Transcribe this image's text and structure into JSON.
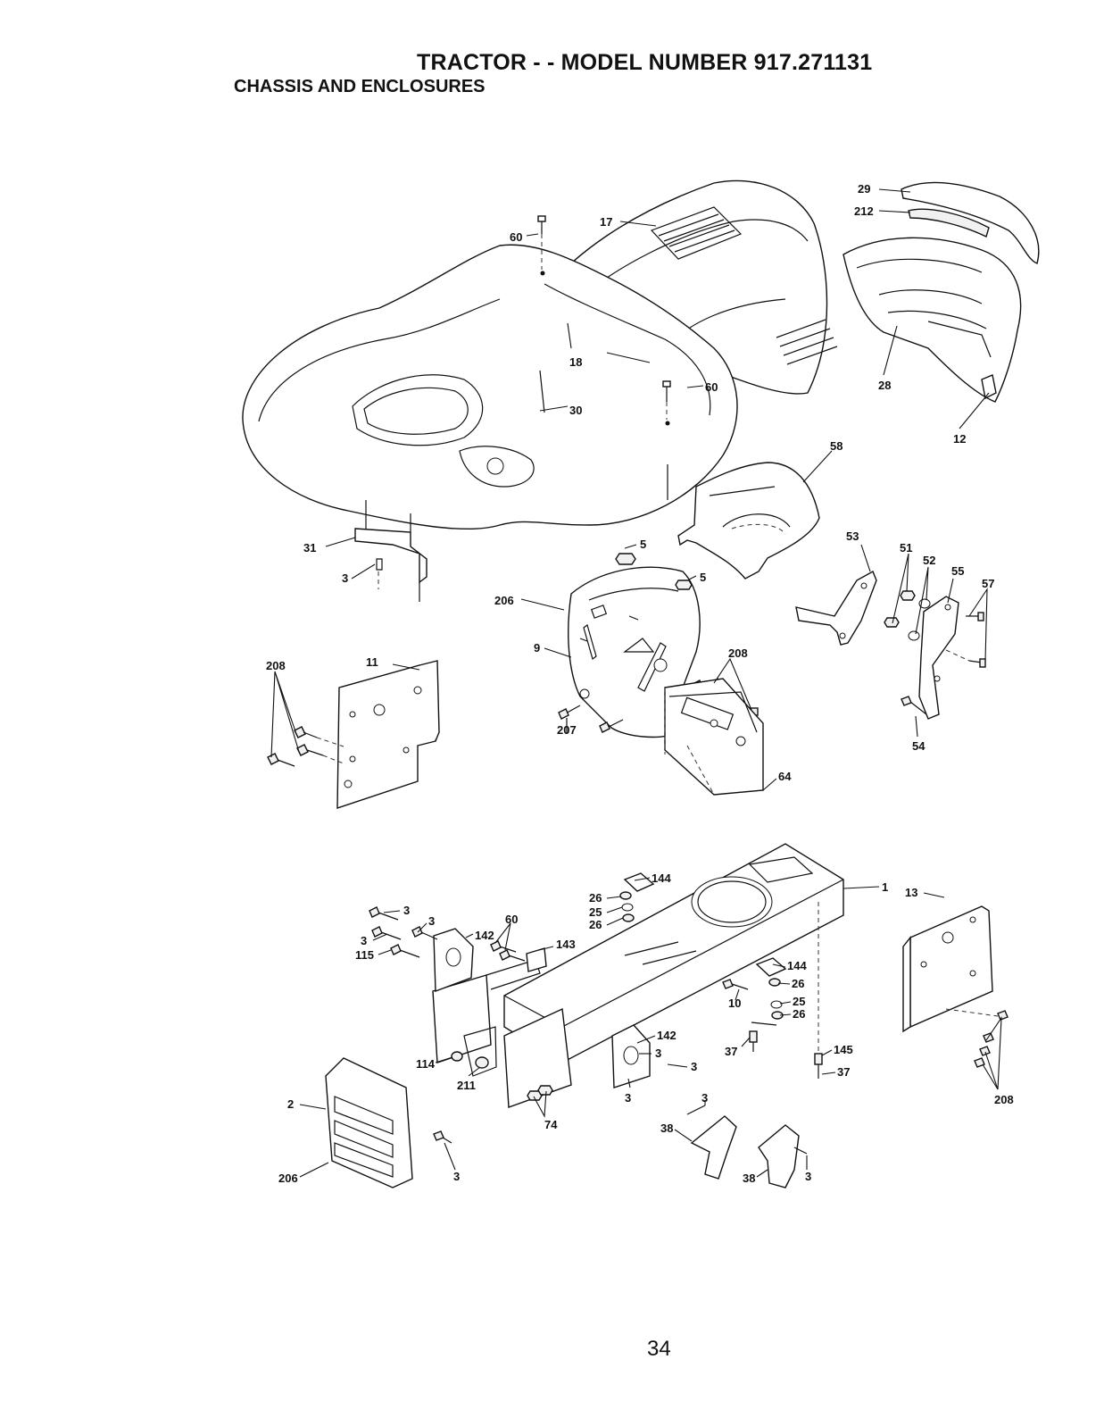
{
  "header": {
    "title": "TRACTOR - - MODEL NUMBER 917.271131",
    "subtitle": "CHASSIS AND ENCLOSURES"
  },
  "footer": {
    "page_number": "34"
  },
  "callouts": [
    {
      "id": "c17",
      "label": "17"
    },
    {
      "id": "c29",
      "label": "29"
    },
    {
      "id": "c212",
      "label": "212"
    },
    {
      "id": "c60a",
      "label": "60"
    },
    {
      "id": "c18",
      "label": "18"
    },
    {
      "id": "c60b",
      "label": "60"
    },
    {
      "id": "c30",
      "label": "30"
    },
    {
      "id": "c28",
      "label": "28"
    },
    {
      "id": "c12",
      "label": "12"
    },
    {
      "id": "c58",
      "label": "58"
    },
    {
      "id": "c31",
      "label": "31"
    },
    {
      "id": "c3a",
      "label": "3"
    },
    {
      "id": "c5a",
      "label": "5"
    },
    {
      "id": "c5b",
      "label": "5"
    },
    {
      "id": "c206",
      "label": "206"
    },
    {
      "id": "c53",
      "label": "53"
    },
    {
      "id": "c51",
      "label": "51"
    },
    {
      "id": "c52",
      "label": "52"
    },
    {
      "id": "c55",
      "label": "55"
    },
    {
      "id": "c57",
      "label": "57"
    },
    {
      "id": "c9",
      "label": "9"
    },
    {
      "id": "c208a",
      "label": "208"
    },
    {
      "id": "c11",
      "label": "11"
    },
    {
      "id": "c208b",
      "label": "208"
    },
    {
      "id": "c207",
      "label": "207"
    },
    {
      "id": "c54",
      "label": "54"
    },
    {
      "id": "c64",
      "label": "64"
    },
    {
      "id": "c144a",
      "label": "144"
    },
    {
      "id": "c26a",
      "label": "26"
    },
    {
      "id": "c25a",
      "label": "25"
    },
    {
      "id": "c26b",
      "label": "26"
    },
    {
      "id": "c1",
      "label": "1"
    },
    {
      "id": "c13",
      "label": "13"
    },
    {
      "id": "c3b",
      "label": "3"
    },
    {
      "id": "c3c",
      "label": "3"
    },
    {
      "id": "c3d",
      "label": "3"
    },
    {
      "id": "c115",
      "label": "115"
    },
    {
      "id": "c142a",
      "label": "142"
    },
    {
      "id": "c60c",
      "label": "60"
    },
    {
      "id": "c143",
      "label": "143"
    },
    {
      "id": "c144b",
      "label": "144"
    },
    {
      "id": "c26c",
      "label": "26"
    },
    {
      "id": "c10",
      "label": "10"
    },
    {
      "id": "c25b",
      "label": "25"
    },
    {
      "id": "c26d",
      "label": "26"
    },
    {
      "id": "c142b",
      "label": "142"
    },
    {
      "id": "c3e",
      "label": "3"
    },
    {
      "id": "c3f",
      "label": "3"
    },
    {
      "id": "c3g",
      "label": "3"
    },
    {
      "id": "c37a",
      "label": "37"
    },
    {
      "id": "c145",
      "label": "145"
    },
    {
      "id": "c37b",
      "label": "37"
    },
    {
      "id": "c114",
      "label": "114"
    },
    {
      "id": "c211",
      "label": "211"
    },
    {
      "id": "c74",
      "label": "74"
    },
    {
      "id": "c2",
      "label": "2"
    },
    {
      "id": "c208c",
      "label": "208"
    },
    {
      "id": "c3h",
      "label": "3"
    },
    {
      "id": "c206b",
      "label": "206"
    },
    {
      "id": "c38a",
      "label": "38"
    },
    {
      "id": "c3i",
      "label": "3"
    },
    {
      "id": "c38b",
      "label": "38"
    },
    {
      "id": "c3j",
      "label": "3"
    }
  ]
}
